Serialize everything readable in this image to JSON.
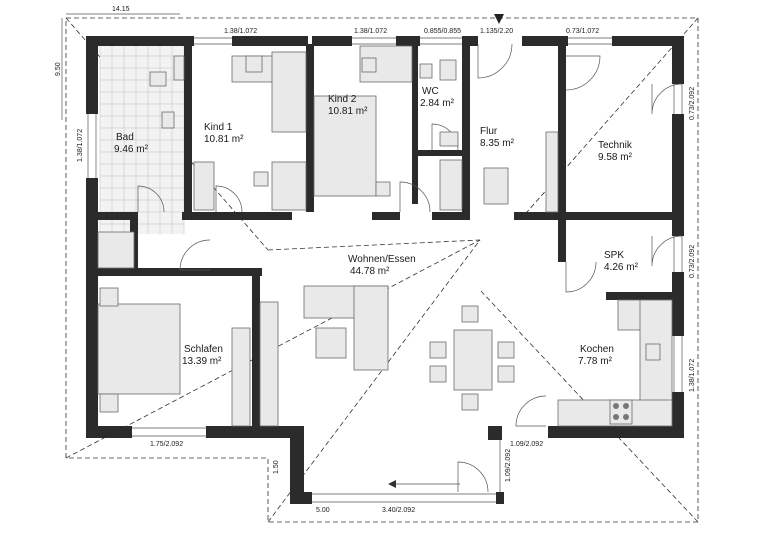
{
  "dimensions": {
    "overall_width": "14.15",
    "overall_depth": "9.50",
    "top_kind1_window": "1.38/1.072",
    "top_kind2_window": "1.38/1.072",
    "top_wc_window": "0.855/0.855",
    "top_flur_door": "1.135/2.20",
    "top_technik_window": "0.73/1.072",
    "left_bad_window": "1.38/1.072",
    "right_technik_window": "0.73/2.092",
    "right_spk_window": "0.73/2.092",
    "right_kochen_window": "1.38/1.072",
    "bottom_schlafen_window": "1.75/2.092",
    "bottom_kochen_door": "1.09/2.092",
    "terrace_door_side": "1.09/2.092",
    "terrace_depth": "1.50",
    "terrace_width": "5.00",
    "terrace_window": "3.40/2.092"
  },
  "rooms": {
    "bad": {
      "name": "Bad",
      "area": "9.46 m²"
    },
    "kind1": {
      "name": "Kind 1",
      "area": "10.81 m²"
    },
    "kind2": {
      "name": "Kind 2",
      "area": "10.81 m²"
    },
    "wc": {
      "name": "WC",
      "area": "2.84 m²"
    },
    "flur": {
      "name": "Flur",
      "area": "8.35 m²"
    },
    "technik": {
      "name": "Technik",
      "area": "9.58 m²"
    },
    "spk": {
      "name": "SPK",
      "area": "4.26 m²"
    },
    "wohnen": {
      "name": "Wohnen/Essen",
      "area": "44.78 m²"
    },
    "schlafen": {
      "name": "Schlafen",
      "area": "13.39 m²"
    },
    "kochen": {
      "name": "Kochen",
      "area": "7.78 m²"
    }
  }
}
